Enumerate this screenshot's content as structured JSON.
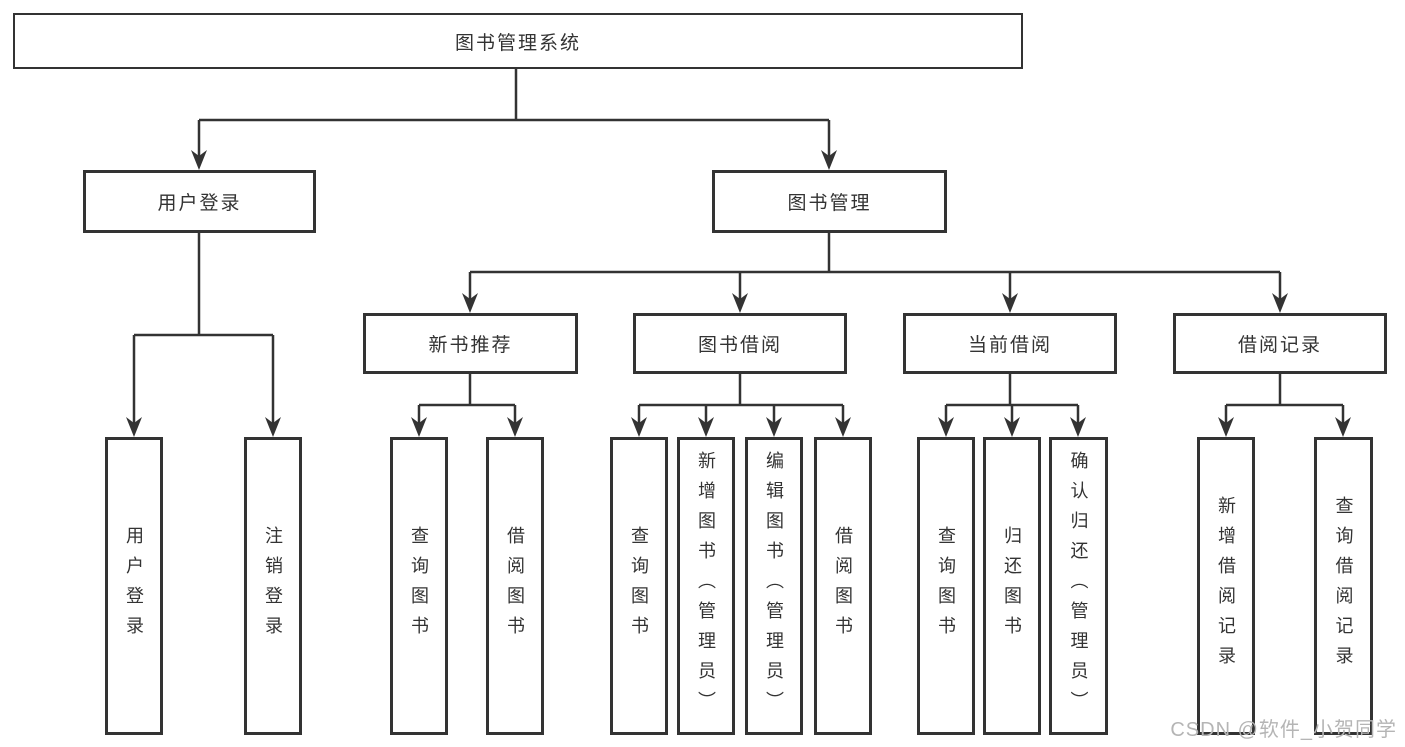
{
  "diagram": {
    "root": "图书管理系统",
    "branches": [
      {
        "label": "用户登录",
        "children": [
          "用户登录",
          "注销登录"
        ]
      },
      {
        "label": "图书管理",
        "groups": [
          {
            "label": "新书推荐",
            "children": [
              "查询图书",
              "借阅图书"
            ]
          },
          {
            "label": "图书借阅",
            "children": [
              "查询图书",
              "新增图书（管理员）",
              "编辑图书（管理员）",
              "借阅图书"
            ]
          },
          {
            "label": "当前借阅",
            "children": [
              "查询图书",
              "归还图书",
              "确认归还（管理员）"
            ]
          },
          {
            "label": "借阅记录",
            "children": [
              "新增借阅记录",
              "查询借阅记录"
            ]
          }
        ]
      }
    ]
  },
  "watermark": {
    "text": "CSDN @软件_小贺同学"
  },
  "colors": {
    "line": "#333333",
    "box_border": "#333333",
    "text": "#333333",
    "watermark": "#b5b5b5",
    "background": "#ffffff"
  }
}
